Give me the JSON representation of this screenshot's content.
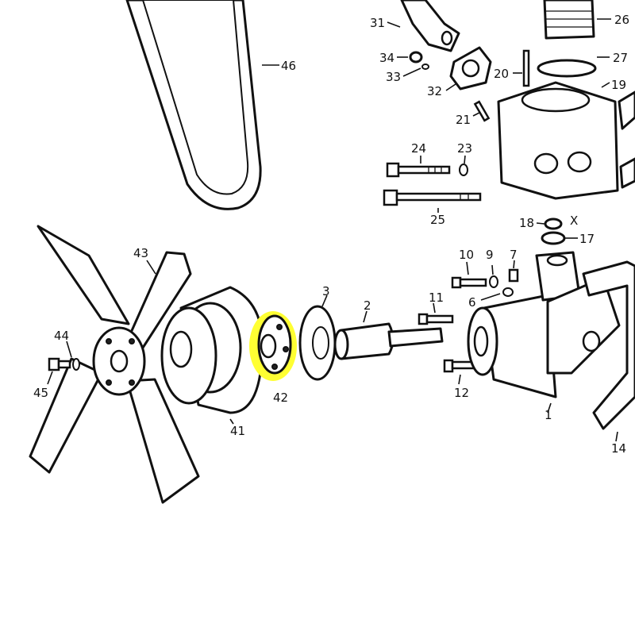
{
  "highlight_color": "#ffff33",
  "highlighted_part": "42",
  "callouts": {
    "c1": "1",
    "c2": "2",
    "c3": "3",
    "c6": "6",
    "c7": "7",
    "c9": "9",
    "c10": "10",
    "c11": "11",
    "c12": "12",
    "c14": "14",
    "c17": "17",
    "c18": "18",
    "cX": "X",
    "c19": "19",
    "c20": "20",
    "c21": "21",
    "c23": "23",
    "c24": "24",
    "c25": "25",
    "c26": "26",
    "c27": "27",
    "c31": "31",
    "c32": "32",
    "c33": "33",
    "c34": "34",
    "c41": "41",
    "c42": "42",
    "c43": "43",
    "c44": "44",
    "c45": "45",
    "c46": "46"
  }
}
